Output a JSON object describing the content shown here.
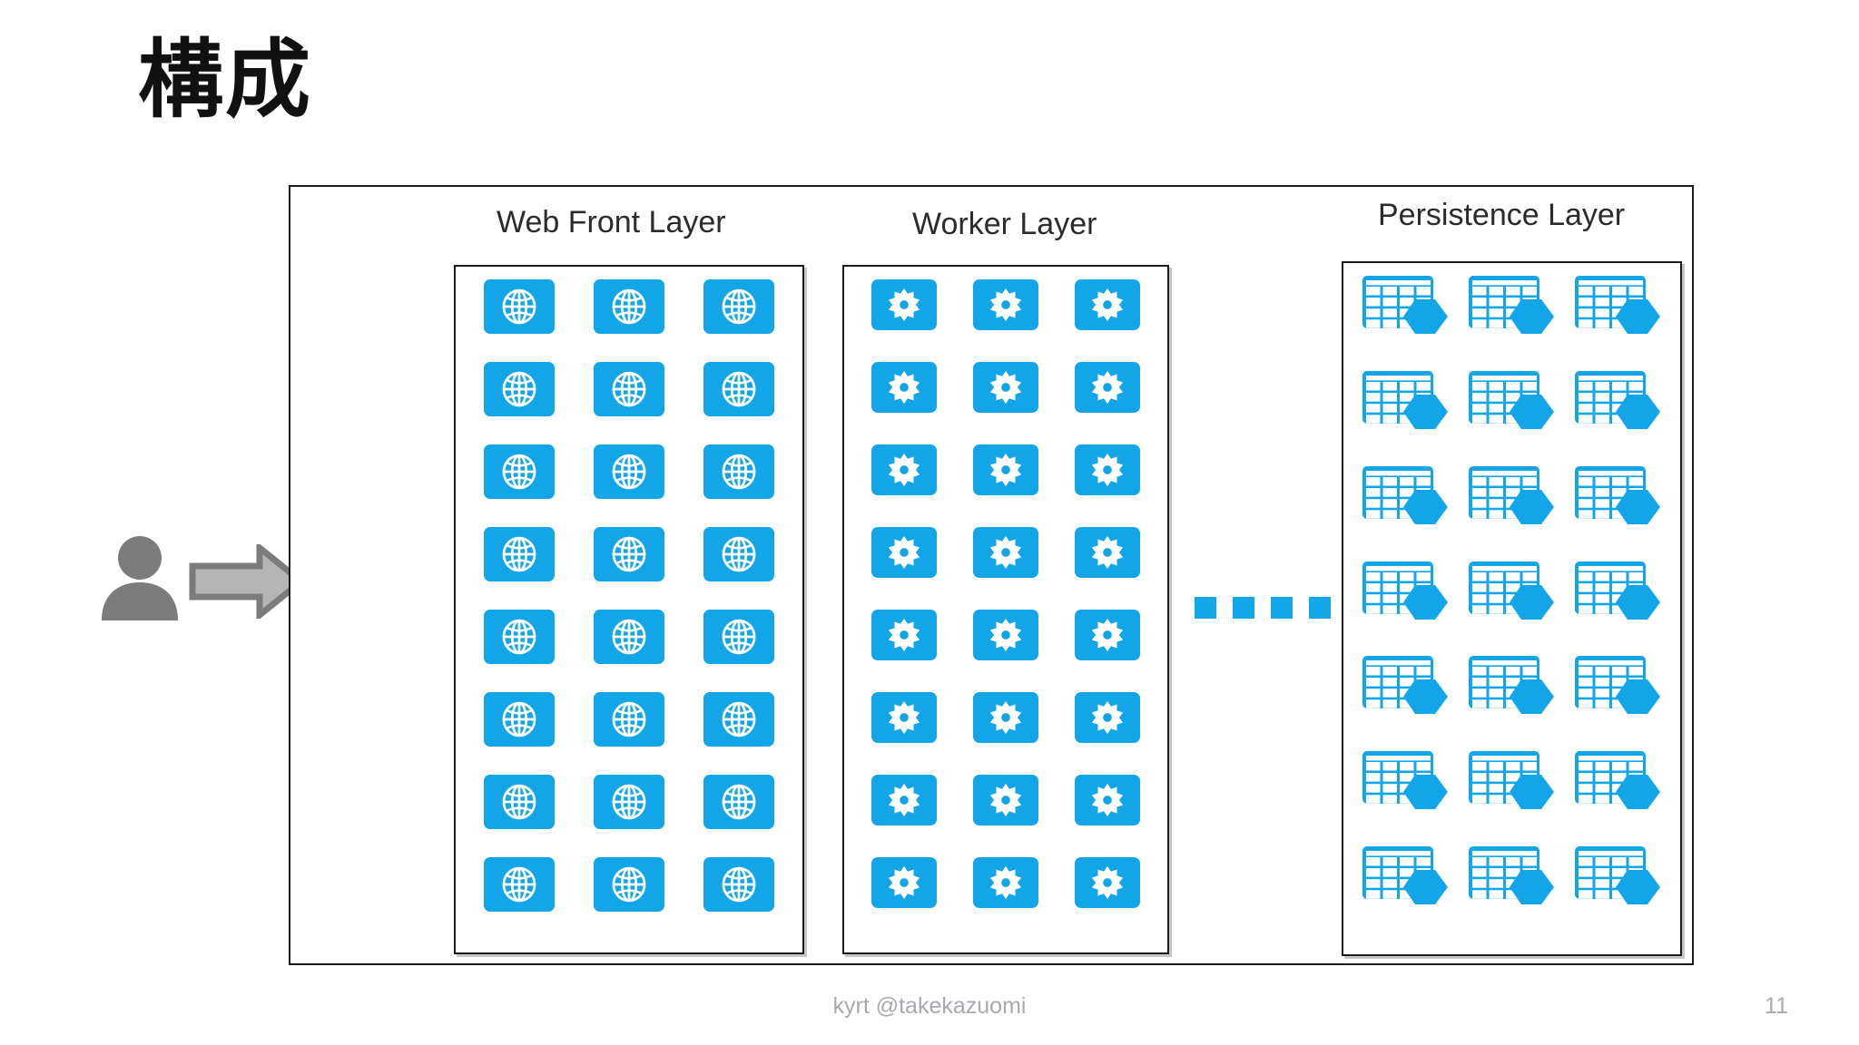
{
  "slide": {
    "title": "構成",
    "page_number": "11",
    "footer_handle": "kyrt @takekazuomi"
  },
  "colors": {
    "azure_blue": "#12A5E8",
    "frame_border": "#1b1b1b",
    "user_gray": "#7C7C7C",
    "arrow_fill": "#B5B5B5",
    "arrow_stroke": "#7C7C7C",
    "footer_gray": "#A8A8AE"
  },
  "flow": {
    "user_label": "user-actor",
    "arrow_label": "request-arrow",
    "load_balancer_label": "azure-load-balancer"
  },
  "layers": [
    {
      "id": "web-front",
      "label": "Web Front Layer",
      "icon": "globe-icon",
      "columns": 3,
      "rows": 8,
      "count": 24
    },
    {
      "id": "worker",
      "label": "Worker Layer",
      "icon": "gear-icon",
      "columns": 3,
      "rows": 8,
      "count": 24
    },
    {
      "id": "persistence",
      "label": "Persistence Layer",
      "icon": "table-storage-icon",
      "columns": 3,
      "rows": 7,
      "count": 21
    }
  ],
  "connector": {
    "label": "dotted-connector",
    "dot_count": 4
  }
}
